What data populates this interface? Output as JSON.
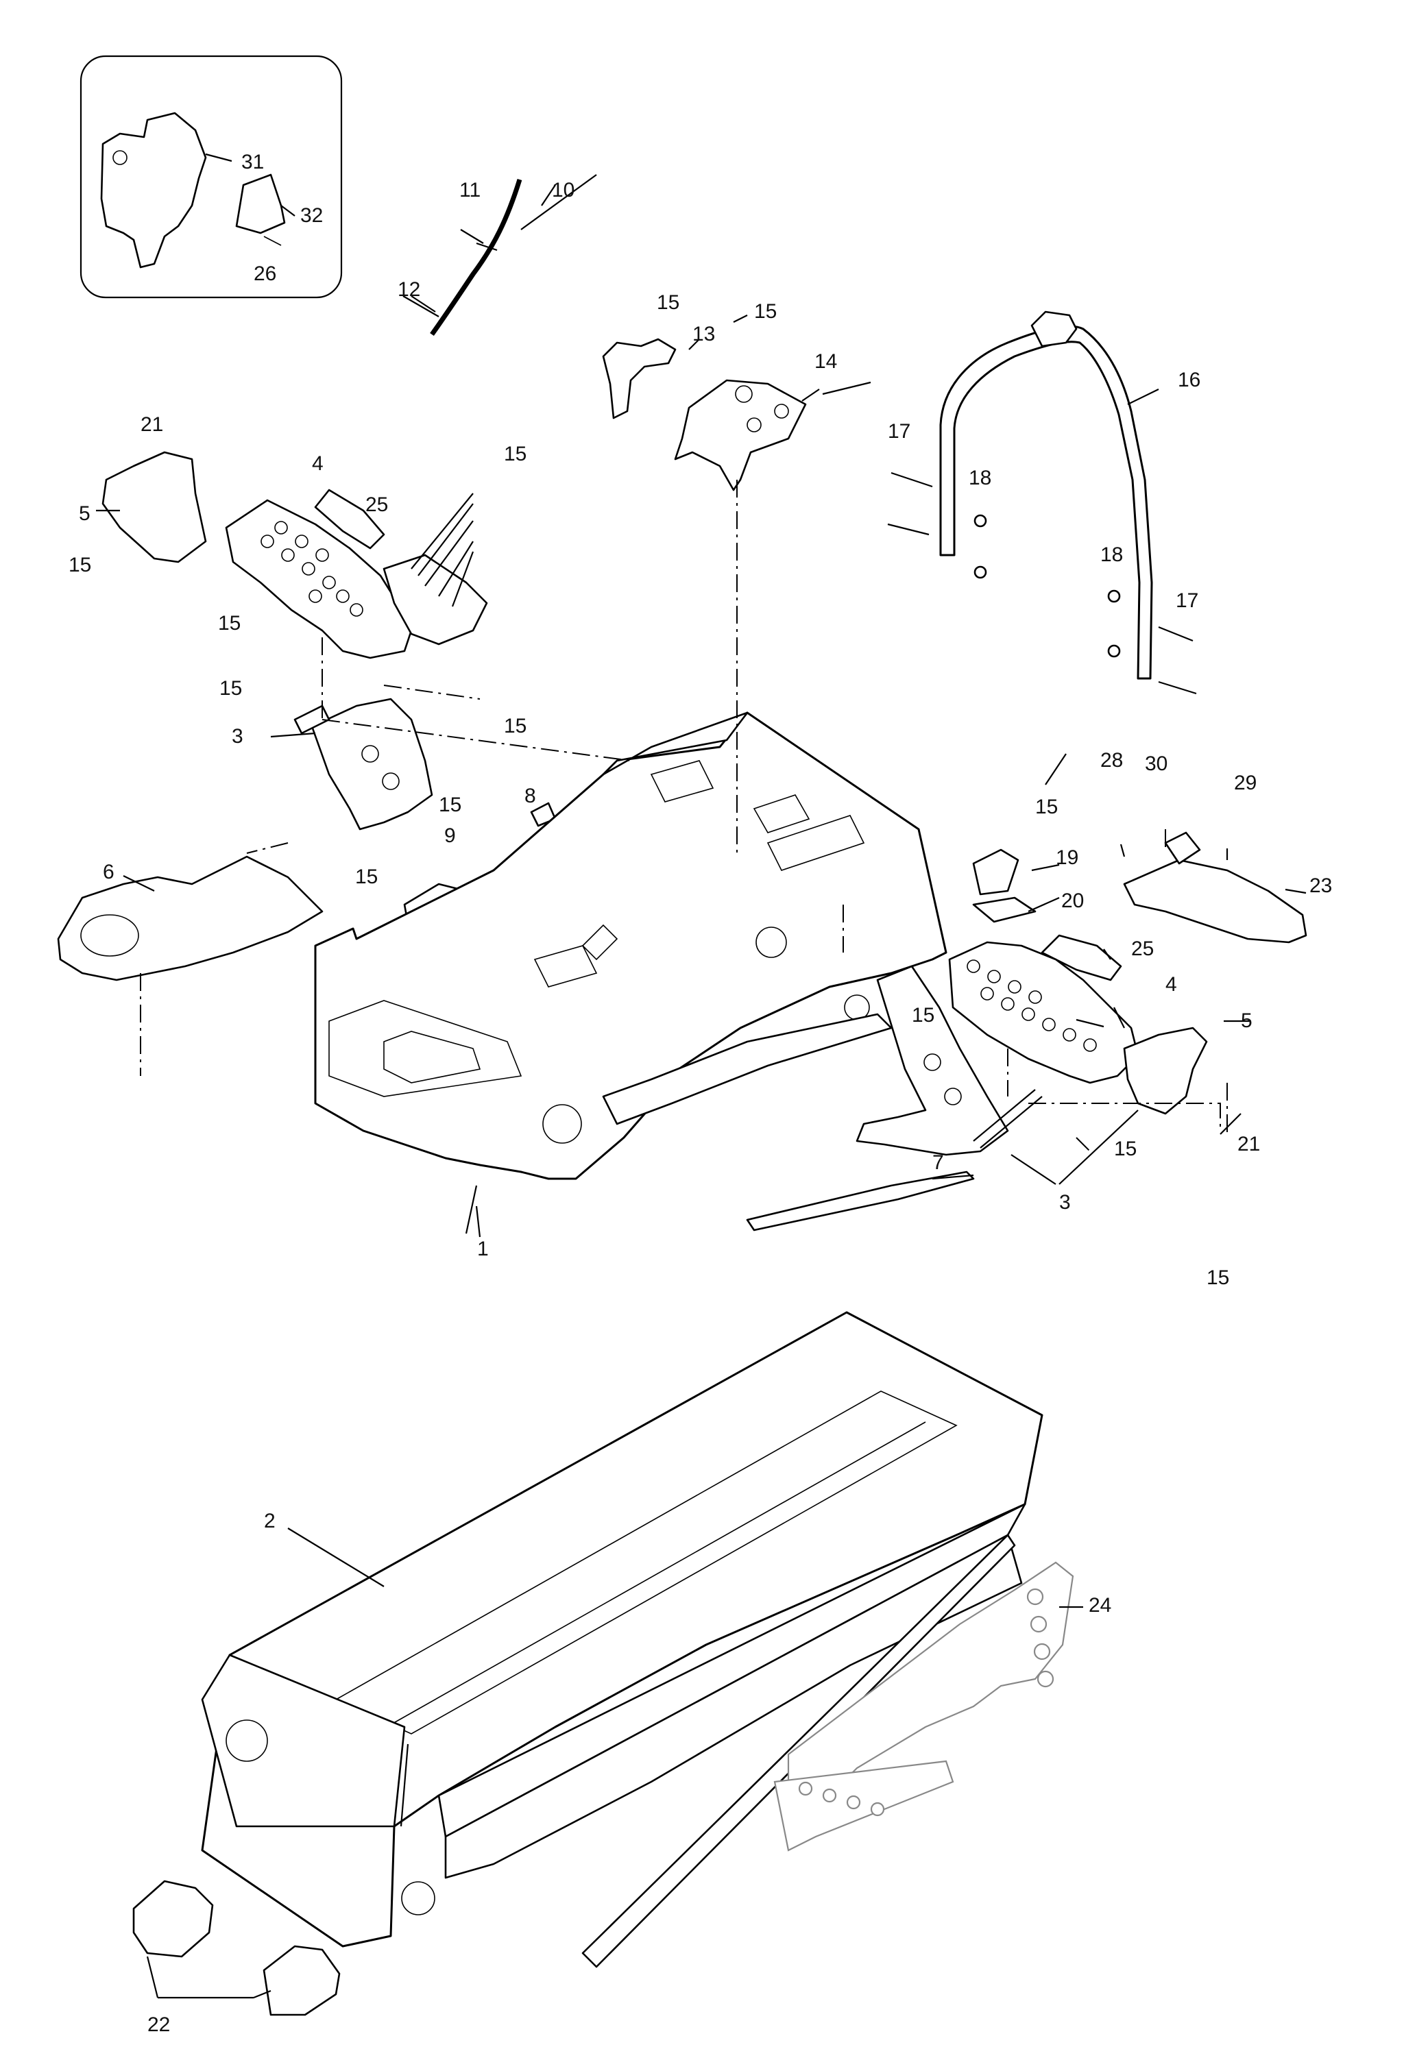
{
  "labels": {
    "l1": "1",
    "l2": "2",
    "l3a": "3",
    "l3b": "3",
    "l4a": "4",
    "l4b": "4",
    "l5a": "5",
    "l5b": "5",
    "l6": "6",
    "l7": "7",
    "l8": "8",
    "l9": "9",
    "l10": "10",
    "l11": "11",
    "l12": "12",
    "l13": "13",
    "l14": "14",
    "l15a": "15",
    "l15b": "15",
    "l15c": "15",
    "l15d": "15",
    "l15e": "15",
    "l15f": "15",
    "l15g": "15",
    "l15h": "15",
    "l15i": "15",
    "l15j": "15",
    "l15k": "15",
    "l15l": "15",
    "l15m": "15",
    "l16": "16",
    "l17a": "17",
    "l17b": "17",
    "l18a": "18",
    "l18b": "18",
    "l19": "19",
    "l20": "20",
    "l21a": "21",
    "l21b": "21",
    "l22": "22",
    "l23": "23",
    "l24": "24",
    "l25a": "25",
    "l25b": "25",
    "l26": "26",
    "l28": "28",
    "l29": "29",
    "l30": "30",
    "l31": "31",
    "l32": "32"
  }
}
